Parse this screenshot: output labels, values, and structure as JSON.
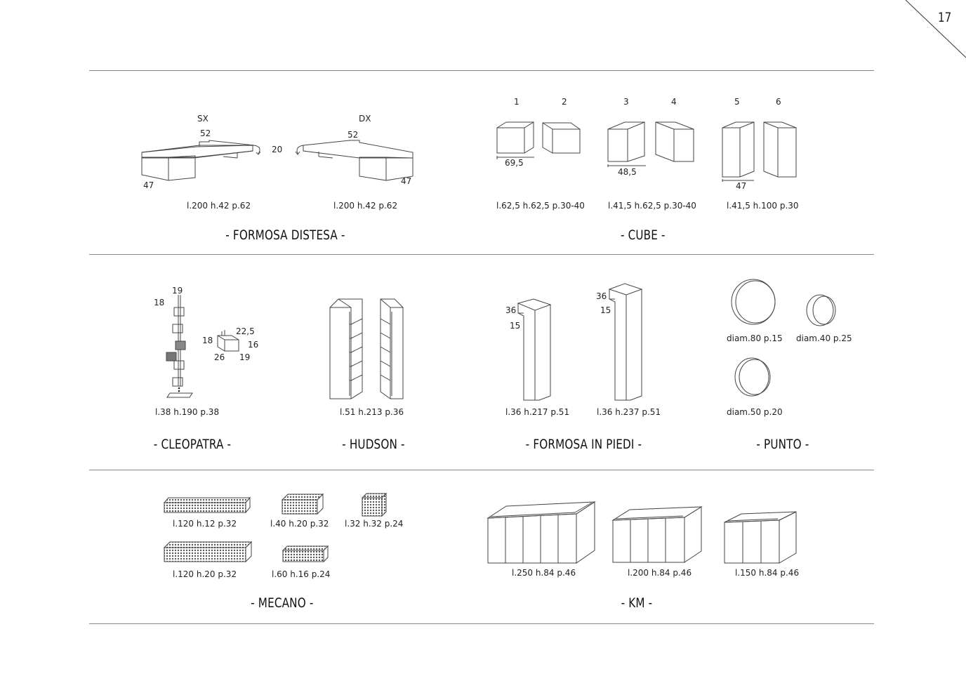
{
  "page_number": "17",
  "sections": {
    "formosa_distesa": {
      "title": "- FORMOSA DISTESA -",
      "labels": {
        "sx": "SX",
        "dx": "DX",
        "top_sx": "52",
        "top_dx": "52",
        "gap": "20",
        "depth_sx": "47",
        "depth_dx": "47"
      },
      "sizes": [
        "l.200 h.42 p.62",
        "l.200 h.42 p.62"
      ]
    },
    "cube": {
      "title": "- CUBE -",
      "numbers": [
        "1",
        "2",
        "3",
        "4",
        "5",
        "6"
      ],
      "widths": [
        "69,5",
        "48,5",
        "47"
      ],
      "sizes": [
        "l.62,5 h.62,5 p.30-40",
        "l.41,5 h.62,5 p.30-40",
        "l.41,5 h.100 p.30"
      ]
    },
    "cleopatra": {
      "title": "- CLEOPATRA -",
      "labels": {
        "a": "19",
        "b": "18",
        "c": "22,5",
        "d": "18",
        "e": "16",
        "f": "26",
        "g": "19"
      },
      "size": "l.38 h.190 p.38"
    },
    "hudson": {
      "title": "- HUDSON -",
      "size": "l.51 h.213 p.36"
    },
    "formosa_in_piedi": {
      "title": "- FORMOSA IN PIEDI -",
      "labels": {
        "a1": "36",
        "a2": "15",
        "b1": "36",
        "b2": "15"
      },
      "sizes": [
        "l.36 h.217 p.51",
        "l.36 h.237 p.51"
      ]
    },
    "punto": {
      "title": "- PUNTO -",
      "sizes": [
        "diam.80 p.15",
        "diam.40 p.25",
        "diam.50 p.20"
      ]
    },
    "mecano": {
      "title": "- MECANO -",
      "sizes": [
        "l.120 h.12 p.32",
        "l.40 h.20 p.32",
        "l.32 h.32 p.24",
        "l.120 h.20 p.32",
        "l.60 h.16 p.24"
      ]
    },
    "km": {
      "title": "- KM -",
      "sizes": [
        "l.250 h.84 p.46",
        "l.200 h.84 p.46",
        "l.150 h.84 p.46"
      ]
    }
  }
}
